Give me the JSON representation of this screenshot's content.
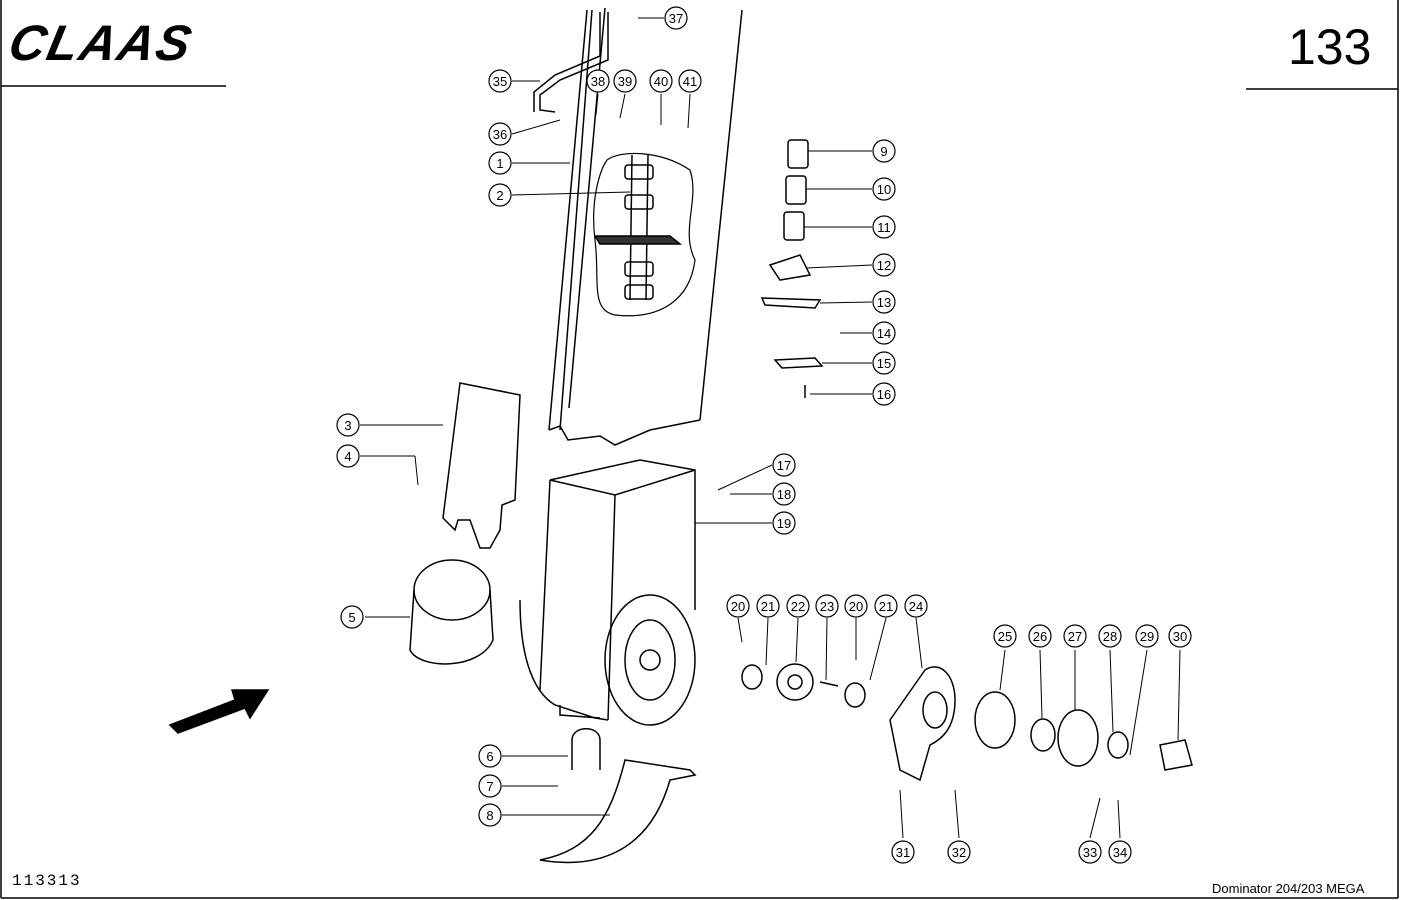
{
  "header": {
    "brand_logo": "CLAAS",
    "page_number": "133"
  },
  "footer": {
    "drawing_number": "113313",
    "model": "Dominator 204/203 MEGA"
  },
  "callouts": [
    "1",
    "2",
    "3",
    "4",
    "5",
    "6",
    "7",
    "8",
    "9",
    "10",
    "11",
    "12",
    "13",
    "14",
    "15",
    "16",
    "17",
    "18",
    "19",
    "20",
    "20",
    "21",
    "21",
    "22",
    "23",
    "24",
    "25",
    "26",
    "27",
    "28",
    "29",
    "30",
    "31",
    "32",
    "33",
    "34",
    "35",
    "36",
    "37",
    "38",
    "39",
    "40",
    "41"
  ]
}
